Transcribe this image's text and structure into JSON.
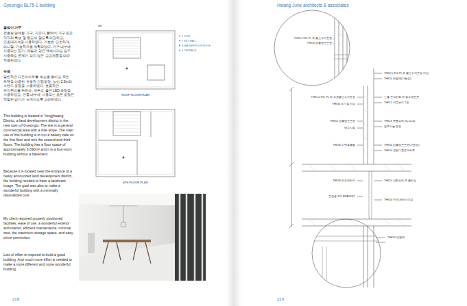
{
  "diagram": {
    "labels": [
      "Gyeongju BL75-1 building",
      "Hwang June architects & associates",
      "붙박이 가구",
      "전로실 일체형 가구, 카운터, 붙박이 가구 등은 각각의 특성 및 용도에 맞도록 마감하고, 인조대리석을 사용하였다. 가능한 단순하게, 미니멀, 기능적으로 계획되었다. 가구 내부에 사용되는 집기, 제일과 같은 액세서리도 모두 사용해도 문제가 되지 않은 고급제품을 따라 적용하였다.",
      "조명",
      "일반적인 다운라이트를 최소로 줄이고, 6면 트랙을 이용한 유동적 간접조명, 높이 2.5m의 스탠드 조명을 사용하였다. 효율적인 유지관리를 위하여, 색온도 좋은 LED 조명을 사용하였고, 건물 내부에 사용되는 모든 조명은 적절한 밝기가 느껴지도록 고려하였다.",
      "This building is located in Yongjhwang District, a land development district in the new town of Gyeongju. The site is a general commercial area with a little slope. The main use of this building is to run a bakery café on the first floor and rent the second and third floors. The building has a floor space of approximately 3,090m² and it is a four-story building without a basement.",
      "Because it is located near the entrance of a newly announced land development district, the building needed to have a landmark image. The goal was also to make a wonderful building with a minimally rationalized cost.",
      "My client required properly positioned facilities, ease of use, a wonderful exterior and interior, efficient maintenance, minimal cost, the maximum storage space, and easy crime prevention.",
      "Lots of effort is required to build a good building. And much more effort is needed to make a more different and more wonderful building.",
      "218",
      "219",
      "4th",
      "1  VOID",
      "2  SKY HALL",
      "3  WATERPROOF ROOF",
      "4  TERRACE",
      "ROOF FLOOR PLAN",
      "4TH FLOOR PLAN",
      "THK0.5 STL PL 위 불소수지도장",
      "THK10 압출법보온판",
      "THK0.5 STL PL 위 불소수지도장 마감",
      "THK50 단열재(가등급)",
      "노출 콘크리트 위 발수제도포",
      "THK12 석고보드 2겹",
      "THK24 복층유리 (6+12+6)",
      "알루미늄 창호",
      "THK30 압출법보온판(가등급)",
      "THK50 경량기포콘크리트",
      "THK1.2 STL PL 위 무광불소수지도장",
      "THK30 무기질 마감",
      "THK10 압출법보온판",
      "방수시트",
      "THK30 시멘트몰탈",
      "THK30 인조대리석",
      "고정용 STL BRACKET",
      "THK10 강화유리 위 폴리싱",
      "THK30 인조대리석 마감",
      "THK50 단열재"
    ]
  }
}
